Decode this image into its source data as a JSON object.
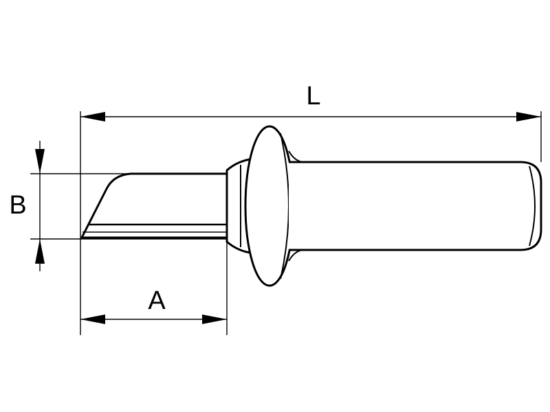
{
  "dimensions": {
    "overall_length_label": "L",
    "blade_height_label": "B",
    "blade_length_label": "A"
  },
  "colors": {
    "line": "#000000",
    "background": "#ffffff"
  }
}
